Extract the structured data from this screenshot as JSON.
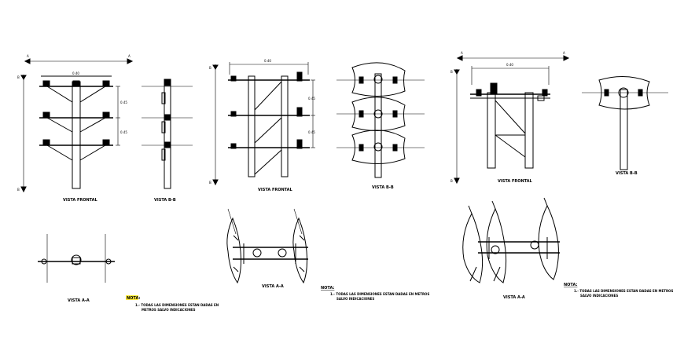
{
  "drawing": {
    "colors": {
      "line": "#000000",
      "note_heading_highlight": "#ffeb3b",
      "background": "#ffffff"
    },
    "section_marks": {
      "a": "A",
      "b": "B"
    },
    "panel1": {
      "vista_frontal": "VISTA FRONTAL",
      "vista_bb": "VISTA B-B",
      "vista_aa": "VISTA A-A",
      "top_dim": "0.40",
      "side_dim_1": "0.45",
      "side_dim_2": "0.45",
      "note_title": "NOTA:",
      "note_line1": "1.- TODAS LAS DIMENSIONES ESTAN DADAS EN",
      "note_line2": "METROS SALVO INDICACIONES"
    },
    "panel2": {
      "vista_frontal": "VISTA FRONTAL",
      "vista_bb": "VISTA B-B",
      "vista_aa": "VISTA A-A",
      "top_dim": "0.40",
      "side_dim_1": "0.45",
      "side_dim_2": "0.45",
      "note_title": "NOTA:",
      "note_line1": "1.- TODAS LAS DIMENSIONES ESTAN DADAS EN METROS",
      "note_line2": "SALVO INDICACIONES"
    },
    "panel3": {
      "vista_frontal": "VISTA FRONTAL",
      "vista_bb": "VISTA B-B",
      "vista_aa": "VISTA A-A",
      "top_dim": "0.40",
      "note_title": "NOTA:",
      "note_line1": "1.- TODAS LAS DIMENSIONES ESTAN DADAS EN METROS",
      "note_line2": "SALVO INDICACIONES"
    }
  }
}
